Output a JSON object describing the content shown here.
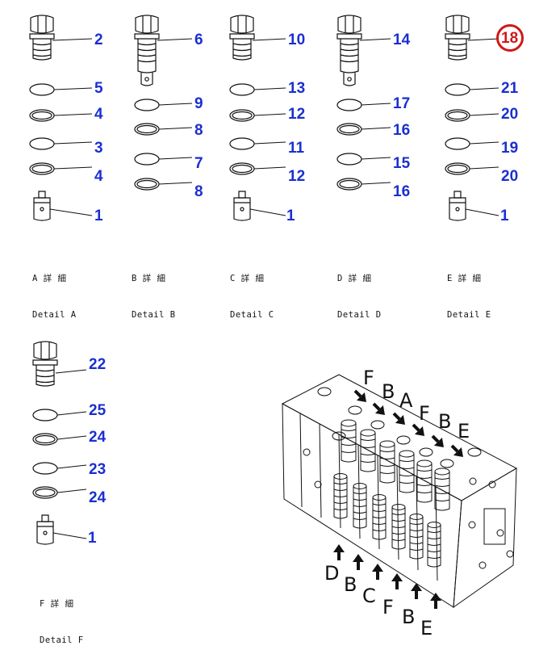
{
  "highlighted_part": "18",
  "groups": {
    "A": {
      "caption_jp": "A 詳 細",
      "caption_en": "Detail A",
      "parts": [
        "2",
        "5",
        "4",
        "3",
        "4",
        "1"
      ]
    },
    "B": {
      "caption_jp": "B 詳 細",
      "caption_en": "Detail B",
      "parts": [
        "6",
        "9",
        "8",
        "7",
        "8"
      ]
    },
    "C": {
      "caption_jp": "C 詳 細",
      "caption_en": "Detail C",
      "parts": [
        "10",
        "13",
        "12",
        "11",
        "12",
        "1"
      ]
    },
    "D": {
      "caption_jp": "D 詳 細",
      "caption_en": "Detail D",
      "parts": [
        "14",
        "17",
        "16",
        "15",
        "16"
      ]
    },
    "E": {
      "caption_jp": "E 詳 細",
      "caption_en": "Detail E",
      "parts": [
        "18",
        "21",
        "20",
        "19",
        "20",
        "1"
      ]
    },
    "F": {
      "caption_jp": "F 詳 細",
      "caption_en": "Detail F",
      "parts": [
        "22",
        "25",
        "24",
        "23",
        "24",
        "1"
      ]
    }
  },
  "assembly_labels": {
    "top": [
      "F",
      "B",
      "A",
      "F",
      "B",
      "E"
    ],
    "bottom": [
      "D",
      "B",
      "C",
      "F",
      "B",
      "E"
    ]
  }
}
